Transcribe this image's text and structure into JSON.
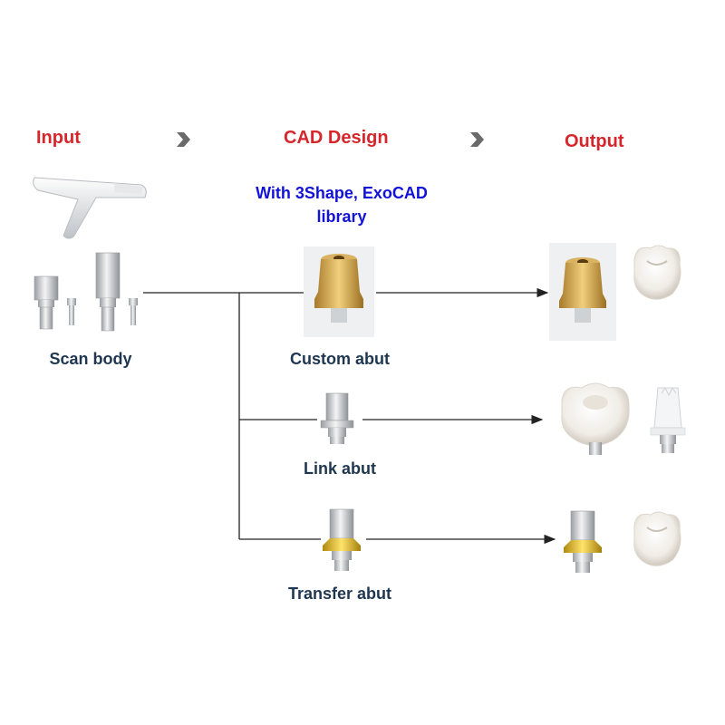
{
  "headers": {
    "input": "Input",
    "cad": "CAD Design",
    "output": "Output"
  },
  "cad_subtitle": {
    "line1": "With 3Shape, ExoCAD",
    "line2": "library"
  },
  "labels": {
    "scan_body": "Scan body",
    "custom_abut": "Custom abut",
    "link_abut": "Link abut",
    "transfer_abut": "Transfer abut"
  },
  "colors": {
    "header": "#d6262b",
    "subtitle": "#1212d8",
    "label": "#1f3650",
    "line": "#222222",
    "chevron": "#666666"
  }
}
